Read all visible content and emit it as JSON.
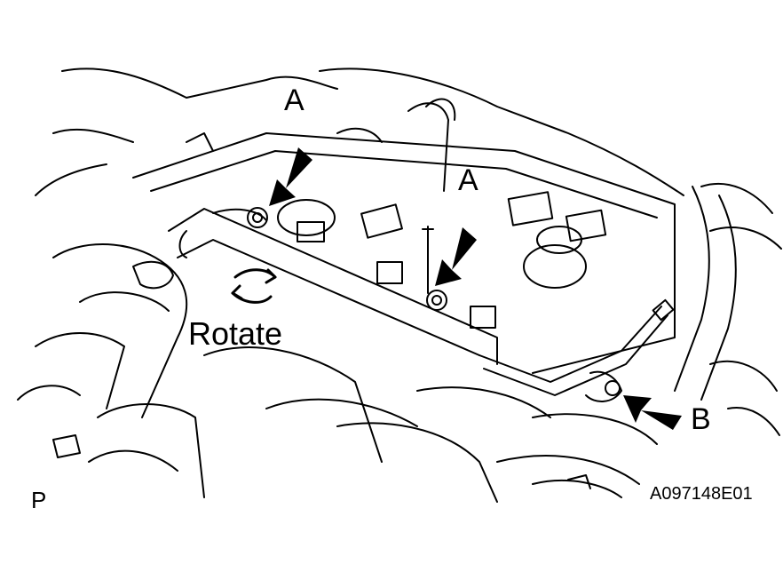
{
  "labels": {
    "a_left": "A",
    "a_right": "A",
    "b": "B",
    "rotate": "Rotate",
    "corner_mark": "P",
    "figure_code": "A097148E01"
  },
  "colors": {
    "line": "#000000",
    "background": "#ffffff"
  },
  "icons": [
    "arrow-icon",
    "rotate-arrows-icon"
  ]
}
